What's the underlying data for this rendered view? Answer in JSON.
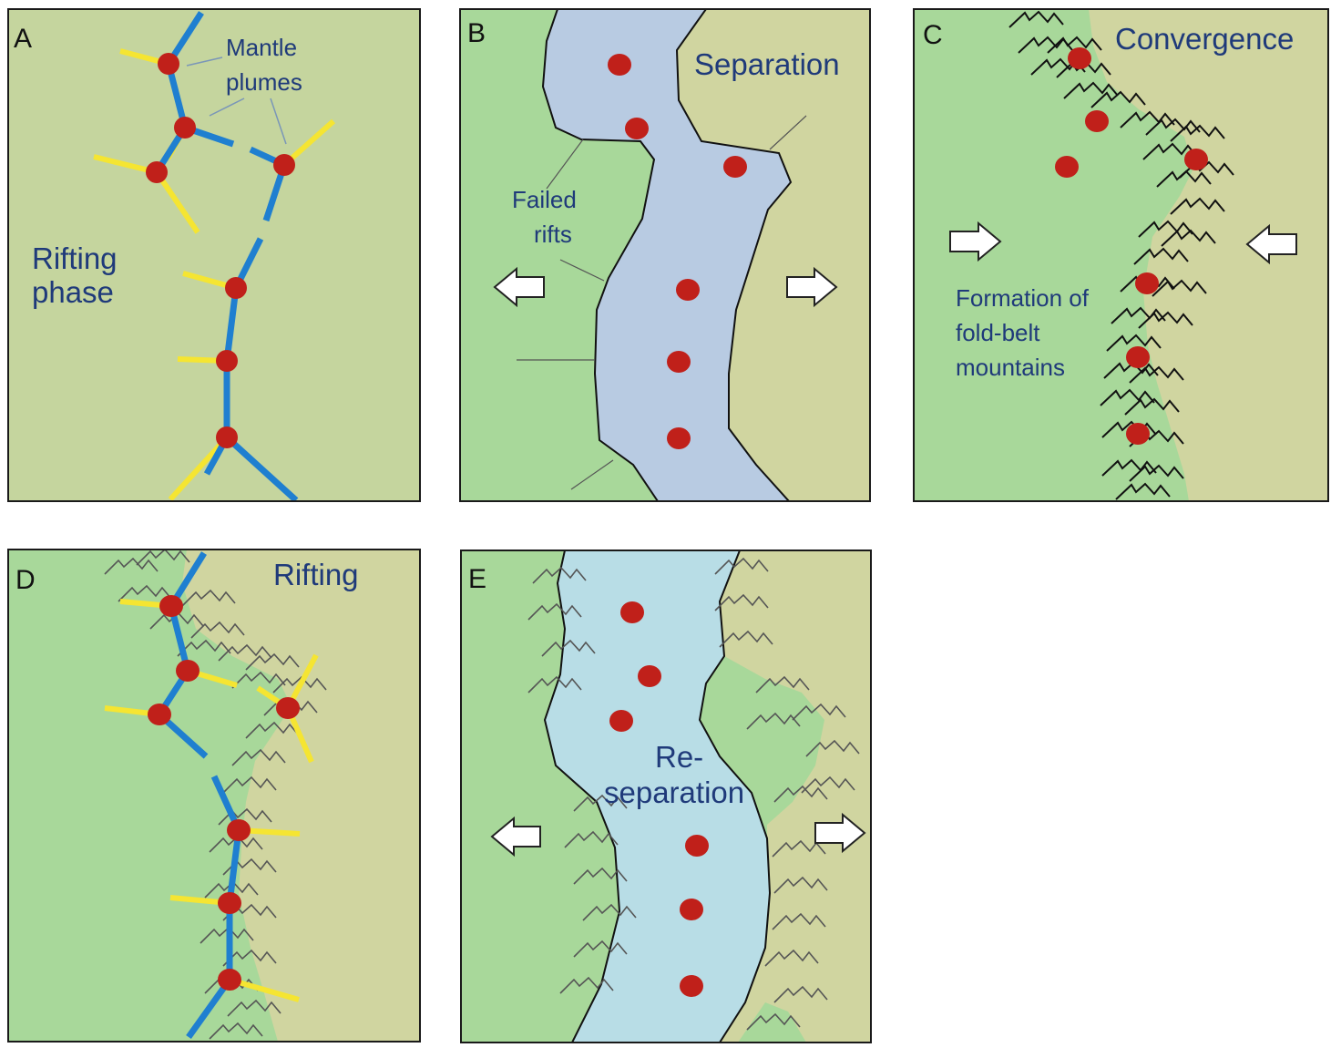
{
  "colors": {
    "left_continent": "#a8d89a",
    "right_continent": "#d0d5a0",
    "panel_a_background": "#c5d59e",
    "ocean_b": "#b8cbe2",
    "ocean_e": "#b8dde6",
    "plume": "#c0201a",
    "rift_axis": "#1f7fd0",
    "failed_rift_arm": "#f5e532",
    "text": "#1f3a7a"
  },
  "panels": {
    "a": {
      "letter": "A",
      "title_line1": "Rifting",
      "title_line2": "phase",
      "plume_label_line1": "Mantle",
      "plume_label_line2": "plumes"
    },
    "b": {
      "letter": "B",
      "title": "Separation",
      "failed_label_line1": "Failed",
      "failed_label_line2": "rifts"
    },
    "c": {
      "letter": "C",
      "title": "Convergence",
      "mountains_line1": "Formation of",
      "mountains_line2": "fold-belt",
      "mountains_line3": "mountains"
    },
    "d": {
      "letter": "D",
      "title": "Rifting"
    },
    "e": {
      "letter": "E",
      "title_line1": "Re-",
      "title_line2": "separation"
    }
  },
  "icons": {
    "plume": "red-dot-icon",
    "divergence": "outward-arrow-icon",
    "convergence": "inward-arrow-icon",
    "mountain": "fold-mountain-icon"
  }
}
